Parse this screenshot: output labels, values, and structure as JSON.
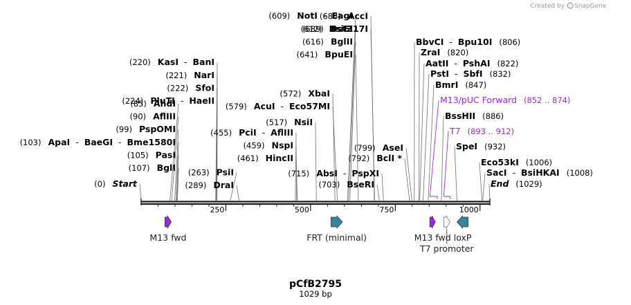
{
  "credit": {
    "text": "Created by",
    "brand": "SnapGene"
  },
  "map": {
    "title": "pCfB2795",
    "length_label": "1029 bp",
    "length": 1029,
    "backbone_color": "#1a1a1a"
  },
  "ticks": [
    {
      "pos": 250,
      "label": "250"
    },
    {
      "pos": 500,
      "label": "500"
    },
    {
      "pos": 750,
      "label": "750"
    },
    {
      "pos": 1000,
      "label": "1000"
    }
  ],
  "left_sites": [
    {
      "pos": 0,
      "pos_label": "(0)",
      "names": [
        "Start"
      ],
      "kind": "end"
    },
    {
      "pos": 85,
      "pos_label": "(85)",
      "names": [
        "AhdI"
      ]
    },
    {
      "pos": 90,
      "pos_label": "(90)",
      "names": [
        "AflIII"
      ]
    },
    {
      "pos": 99,
      "pos_label": "(99)",
      "names": [
        "PspOMI"
      ]
    },
    {
      "pos": 103,
      "pos_label": "(103)",
      "names": [
        "ApaI",
        "BaeGI",
        "Bme1580I"
      ]
    },
    {
      "pos": 105,
      "pos_label": "(105)",
      "names": [
        "PasI"
      ]
    },
    {
      "pos": 107,
      "pos_label": "(107)",
      "names": [
        "BglI"
      ]
    },
    {
      "pos": 220,
      "pos_label": "(220)",
      "names": [
        "KasI",
        "BanI"
      ]
    },
    {
      "pos": 221,
      "pos_label": "(221)",
      "names": [
        "NarI"
      ]
    },
    {
      "pos": 222,
      "pos_label": "(222)",
      "names": [
        "SfoI"
      ]
    },
    {
      "pos": 224,
      "pos_label": "(224)",
      "names": [
        "PluTI",
        "HaeII"
      ]
    },
    {
      "pos": 263,
      "pos_label": "(263)",
      "names": [
        "PsiI"
      ]
    },
    {
      "pos": 289,
      "pos_label": "(289)",
      "names": [
        "DraI"
      ]
    },
    {
      "pos": 455,
      "pos_label": "(455)",
      "names": [
        "PciI",
        "AflIII"
      ]
    },
    {
      "pos": 459,
      "pos_label": "(459)",
      "names": [
        "NspI"
      ]
    },
    {
      "pos": 461,
      "pos_label": "(461)",
      "names": [
        "HincII"
      ]
    },
    {
      "pos": 517,
      "pos_label": "(517)",
      "names": [
        "NsiI"
      ]
    },
    {
      "pos": 572,
      "pos_label": "(572)",
      "names": [
        "XbaI"
      ]
    },
    {
      "pos": 579,
      "pos_label": "(579)",
      "names": [
        "AcuI",
        "Eco57MI"
      ]
    },
    {
      "pos": 609,
      "pos_label": "(609)",
      "names": [
        "NotI",
        "EagI"
      ]
    },
    {
      "pos": 612,
      "pos_label": "(612)",
      "names": [
        "BsiEI"
      ]
    },
    {
      "pos": 616,
      "pos_label": "(616)",
      "names": [
        "BglII"
      ]
    },
    {
      "pos": 641,
      "pos_label": "(641)",
      "names": [
        "BpuEI"
      ]
    },
    {
      "pos": 688,
      "pos_label": "(688)",
      "names": [
        "AccI"
      ]
    },
    {
      "pos": 689,
      "pos_label": "(689)",
      "names": [
        "BstZ17I"
      ]
    },
    {
      "pos": 703,
      "pos_label": "(703)",
      "names": [
        "BseRI"
      ]
    },
    {
      "pos": 715,
      "pos_label": "(715)",
      "names": [
        "AbsI",
        "PspXI"
      ]
    },
    {
      "pos": 792,
      "pos_label": "(792)",
      "names": [
        "BclI *"
      ]
    },
    {
      "pos": 799,
      "pos_label": "(799)",
      "names": [
        "AseI"
      ]
    }
  ],
  "right_sites": [
    {
      "pos": 806,
      "pos_label": "(806)",
      "names": [
        "BbvCI",
        "Bpu10I"
      ]
    },
    {
      "pos": 820,
      "pos_label": "(820)",
      "names": [
        "ZraI"
      ]
    },
    {
      "pos": 822,
      "pos_label": "(822)",
      "names": [
        "AatII",
        "PshAI"
      ]
    },
    {
      "pos": 832,
      "pos_label": "(832)",
      "names": [
        "PstI",
        "SbfI"
      ]
    },
    {
      "pos": 847,
      "pos_label": "(847)",
      "names": [
        "BmrI"
      ]
    },
    {
      "pos": 852,
      "pos_label": "(852 .. 874)",
      "names": [
        "M13/pUC Forward"
      ],
      "kind": "primer",
      "end": 874
    },
    {
      "pos": 886,
      "pos_label": "(886)",
      "names": [
        "BssHII"
      ]
    },
    {
      "pos": 893,
      "pos_label": "(893 .. 912)",
      "names": [
        "T7"
      ],
      "kind": "primer",
      "end": 912
    },
    {
      "pos": 932,
      "pos_label": "(932)",
      "names": [
        "SpeI"
      ]
    },
    {
      "pos": 1006,
      "pos_label": "(1006)",
      "names": [
        "Eco53kI"
      ]
    },
    {
      "pos": 1008,
      "pos_label": "(1008)",
      "names": [
        "SacI",
        "BsiHKAI"
      ]
    },
    {
      "pos": 1029,
      "pos_label": "(1029)",
      "names": [
        "End"
      ],
      "kind": "end"
    }
  ],
  "features": [
    {
      "name": "M13 fwd",
      "start": 70,
      "end": 89,
      "color": "#9b27d6",
      "direction": "forward",
      "kind": "primer_bind"
    },
    {
      "name": "FRT (minimal)",
      "start": 560,
      "end": 594,
      "color": "#35869c",
      "direction": "forward",
      "kind": "misc"
    },
    {
      "name": "M13 fwd",
      "start": 852,
      "end": 868,
      "color": "#9b27d6",
      "direction": "forward",
      "kind": "primer_bind"
    },
    {
      "name": "T7 promoter",
      "start": 893,
      "end": 911,
      "color": "#ffffff",
      "direction": "forward",
      "kind": "promoter"
    },
    {
      "name": "loxP",
      "start": 932,
      "end": 965,
      "color": "#35869c",
      "direction": "reverse",
      "kind": "misc"
    }
  ]
}
